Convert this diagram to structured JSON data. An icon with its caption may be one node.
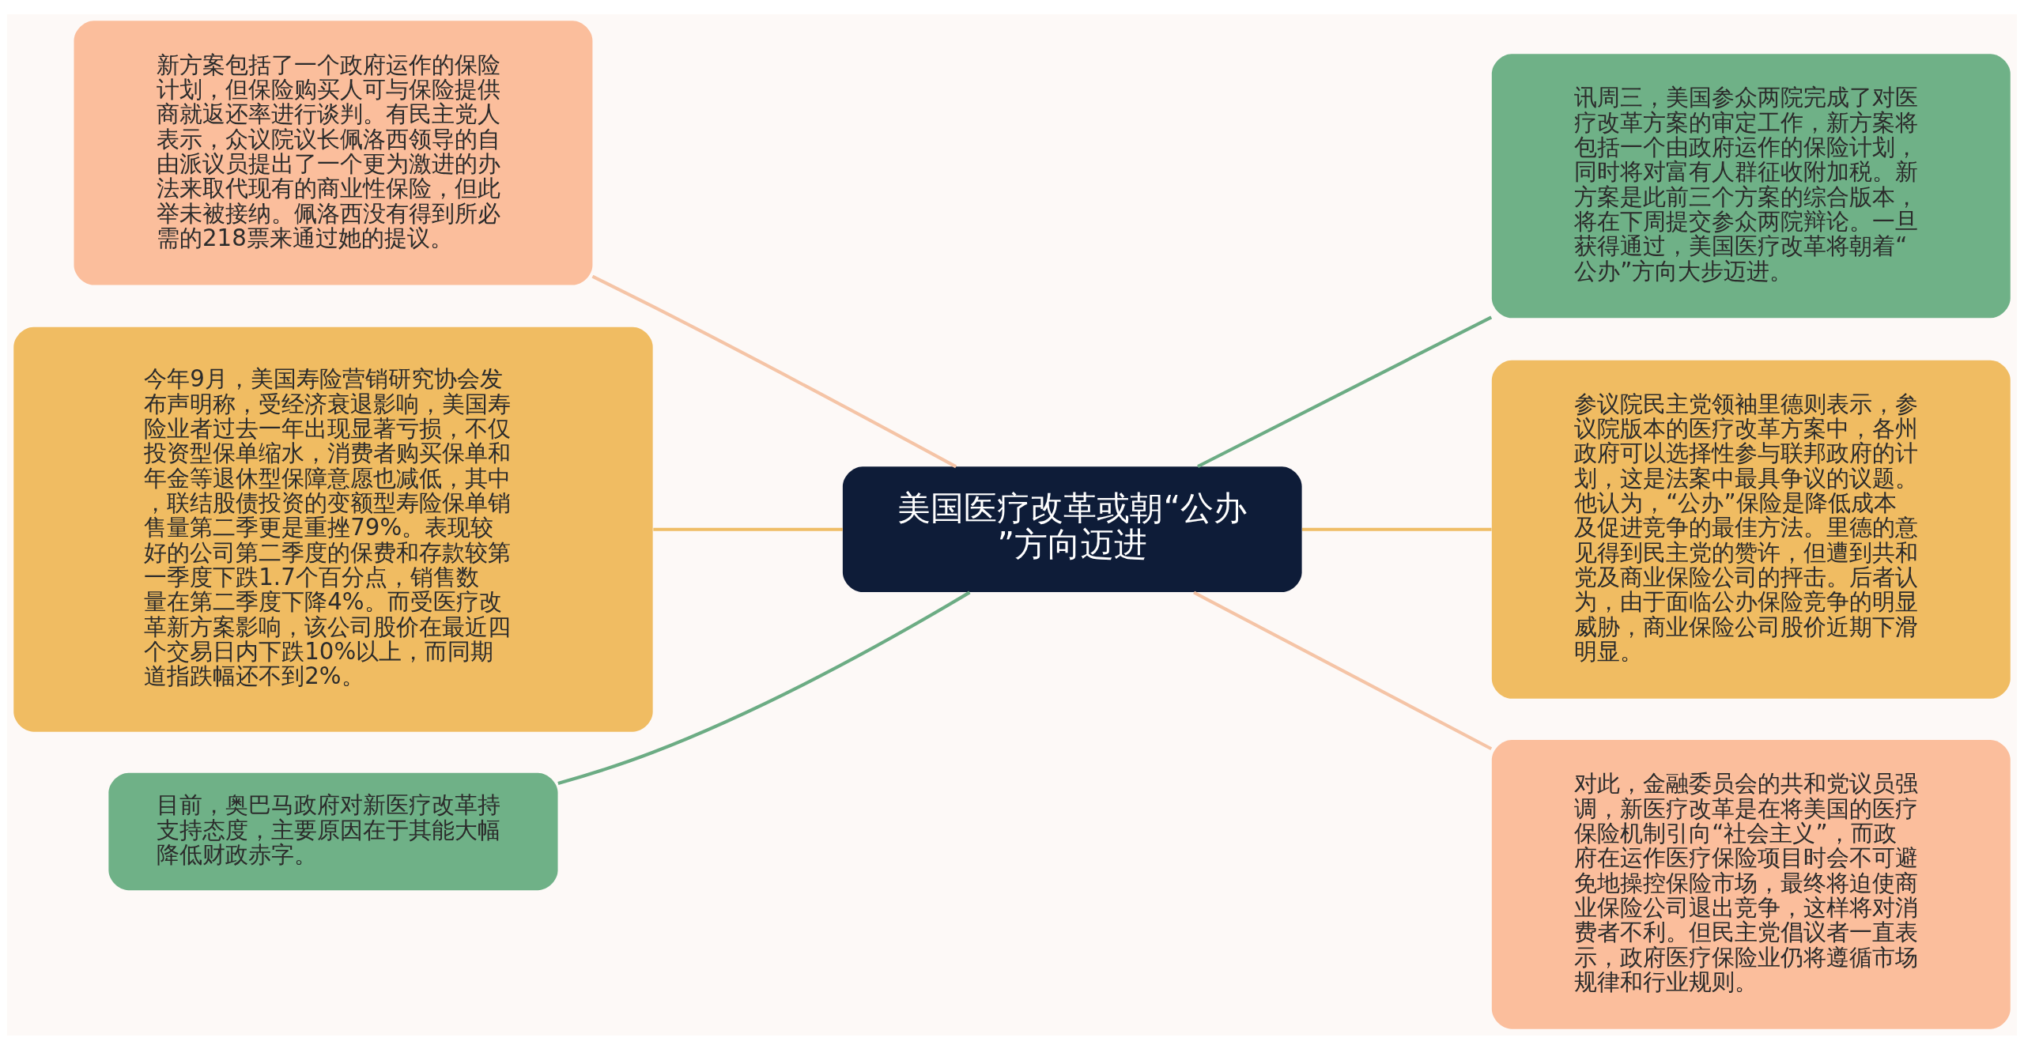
{
  "diagram": {
    "nodes": [
      {
        "text": [
          "美国医疗改革或朝“公办”方向迈进"
        ]
      },
      {
        "text": [
          "新方案包括了一个政府运作的保险计划，但保险购买人可与保险提供商就返还率进行谈判。有民主党人表示，众议院议长佩洛西领导的自由派议员提出了一个更为激进的办法来取代现有的商业性保险，但此举未被接纳。佩洛西没有得到所必需的218票来通过她的提议。"
        ]
      },
      {
        "text": [
          "讯周三，美国参众两院完成了对医疗改革方案的审定工作，新方案将包括一个由政府运作的保险计划，同时将对富有人群征收附加税。新方案是此前三个方案的综合版本，将在下周提交参众两院辩论。一旦获得通过，美国医疗改革将朝着“公办”方向大步迈进。"
        ]
      },
      {
        "text": [
          "今年9月，美国寿险营销研究协会发布声明称，受经济衰退影响，美国寿险业者过去一年出现显著亏损，不仅投资型保单缩水，消费者购买保单和年金等退休型保障意愿也减低，其中，联结股债投资的变额型寿险保单销售量第二季更是重挫79%。表现较好的公司第二季度的保费和存款较第一季度下跌1.7个百分点，销售数量在第二季度下降4%。而受医疗改革新方案影响，该公司股价在最近四个交易日内下跌10%以上，而同期道指跌幅还不到2%。"
        ]
      },
      {
        "text": [
          "参议院民主党领袖里德则表示，参议院版本的医疗改革方案中，各州政府可以选择性参与联邦政府的计划，这是法案中最具争议的议题。他认为，“公办”保险是降低成本及促进竞争的最佳方法。里德的意见得到民主党的赞许，但遭到共和党及商业保险公司的抨击。后者认为，由于面临公办保险竞争的明显威胁，商业保险公司股价近期下滑明显。"
        ]
      },
      {
        "text": [
          "目前，奥巴马政府对新医疗改革持支持态度，主要原因在于其能大幅降低财政赤字。"
        ]
      },
      {
        "text": [
          "对此，金融委员会的共和党议员强调，新医疗改革是在将美国的医疗保险机制引向“社会主义”，而政府在运作医疗保险项目时会不可避免地操控保险市场，最终将迫使商业保险公司退出竞争，这样将对消费者不利。但民主党倡议者一直表示，政府医疗保险业仍将遵循市场规律和行业规则。"
        ]
      }
    ],
    "edges": [
      {
        "from": 1,
        "to": 0,
        "arrow": "none",
        "color": "#f5c4a6"
      },
      {
        "from": 0,
        "to": 2,
        "arrow": "none",
        "color": "#6cac84"
      },
      {
        "from": 3,
        "to": 0,
        "arrow": "none",
        "color": "#efbd66"
      },
      {
        "from": 0,
        "to": 4,
        "arrow": "none",
        "color": "#efbd66"
      },
      {
        "from": 5,
        "to": 0,
        "arrow": "none",
        "color": "#6cac84"
      },
      {
        "from": 0,
        "to": 6,
        "arrow": "none",
        "color": "#f5c4a6"
      }
    ]
  }
}
